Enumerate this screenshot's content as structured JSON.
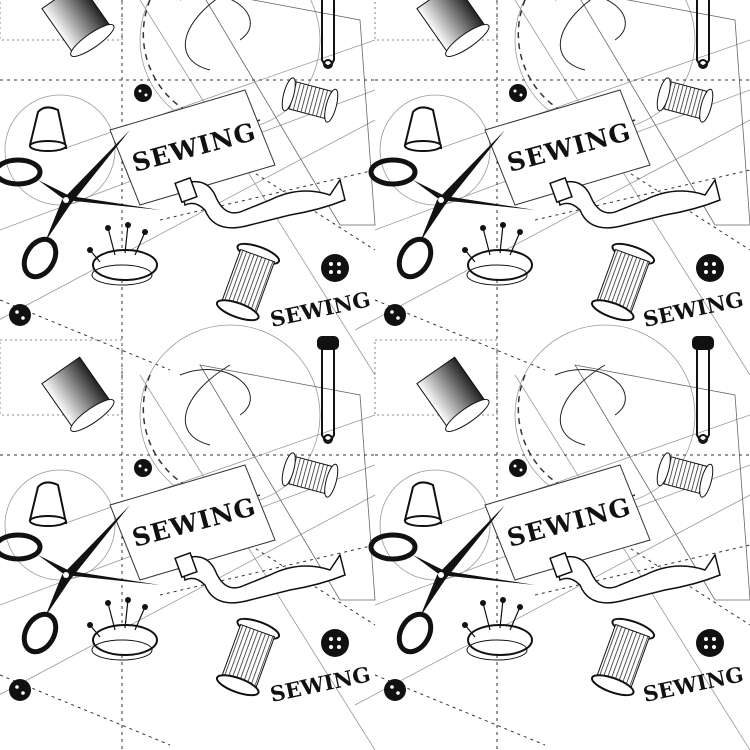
{
  "labels": {
    "sewing_primary": "SEWING",
    "sewing_secondary": "SEWING"
  },
  "colors": {
    "ink": "#111111",
    "line": "#888888",
    "background": "#ffffff"
  },
  "pattern": {
    "columns": 2,
    "rows": 2
  }
}
